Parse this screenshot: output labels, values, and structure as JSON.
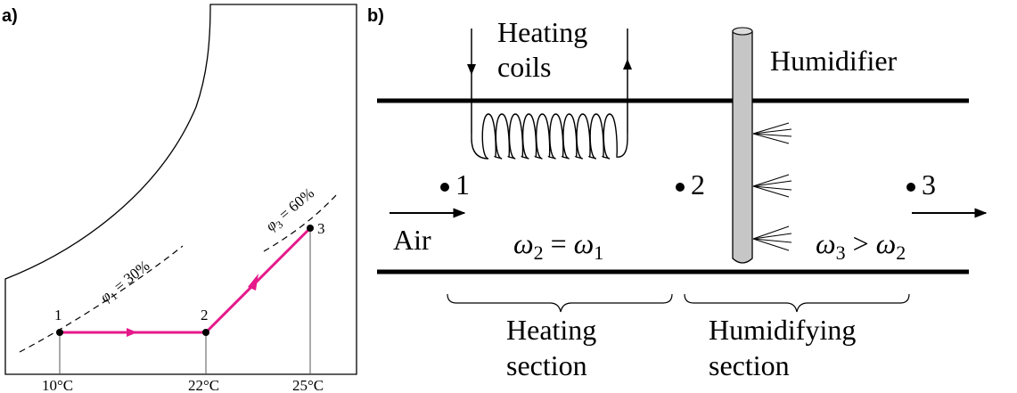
{
  "panel_a": {
    "letter": "a)",
    "states": [
      {
        "label": "1"
      },
      {
        "label": "2"
      },
      {
        "label": "3"
      }
    ],
    "temperatures": [
      "10°C",
      "22°C",
      "25°C"
    ],
    "rh_lines": [
      {
        "symbol": "φ",
        "sub": "1",
        "value": " = 30%"
      },
      {
        "symbol": "φ",
        "sub": "3",
        "value": " = 60%"
      }
    ],
    "process_color": "#e5198a"
  },
  "panel_b": {
    "letter": "b)",
    "heating_coils": [
      "Heating",
      "coils"
    ],
    "humidifier": "Humidifier",
    "air": "Air",
    "stations": [
      "1",
      "2",
      "3"
    ],
    "omega_left": {
      "a": "ω",
      "a_sub": "2",
      "op": " = ",
      "b": "ω",
      "b_sub": "1"
    },
    "omega_right": {
      "a": "ω",
      "a_sub": "3",
      "op": " > ",
      "b": "ω",
      "b_sub": "2"
    },
    "heating_section": [
      "Heating",
      "section"
    ],
    "humidifying_section": [
      "Humidifying",
      "section"
    ]
  }
}
